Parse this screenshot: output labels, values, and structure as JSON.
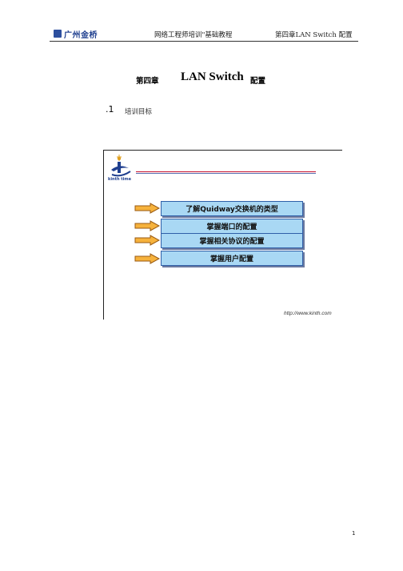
{
  "header": {
    "brand": "广州金桥",
    "center": "网络工程师培训\"基础教程",
    "right": "第四章LAN Switch 配置"
  },
  "chapter": {
    "number": "第四章",
    "title": "LAN Switch",
    "suffix": "配置"
  },
  "section": {
    "number": ".1",
    "title": "培训目标"
  },
  "slide": {
    "logo_text": "kinth time",
    "items": [
      "了解Quidway交换机的类型",
      "掌握端口的配置",
      "掌握相关协议的配置",
      "掌握用户配置"
    ],
    "url": "http://www.kinth.com"
  },
  "page_number": "1"
}
